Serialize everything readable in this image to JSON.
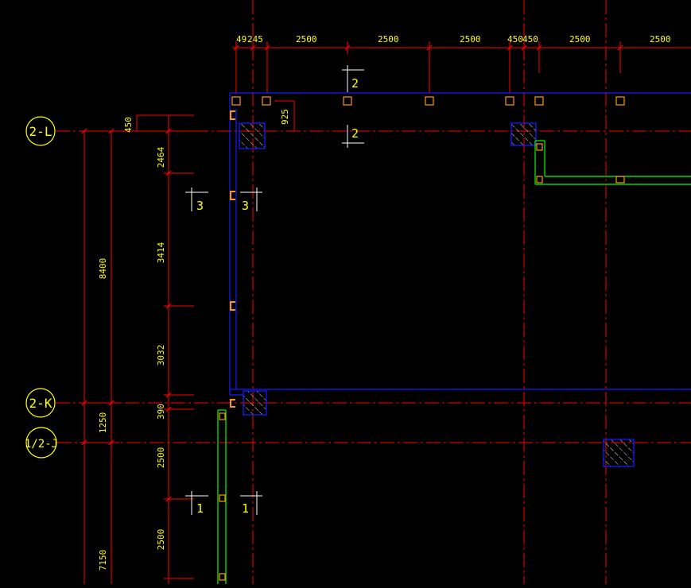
{
  "drawing": {
    "background": "#000000",
    "colors": {
      "red": "#ff0000",
      "yellow": "#ffff00",
      "blue": "#1a1aff",
      "green": "#00ff00",
      "orange": "#ffa500",
      "white": "#ffffff"
    },
    "grid_axes": [
      {
        "label": "2-L"
      },
      {
        "label": "2-K"
      },
      {
        "label": "1/2-J"
      }
    ],
    "top_dimensions": [
      "49",
      "245",
      "2500",
      "2500",
      "2500",
      "450",
      "450",
      "2500",
      "2500"
    ],
    "left_outer_dimensions": [
      "8400",
      "1250",
      "7150"
    ],
    "left_inner_dimensions": [
      "450",
      "2464",
      "3414",
      "3032",
      "390",
      "2500",
      "2500"
    ],
    "misc_dimensions": [
      "925"
    ],
    "section_marks": [
      "2",
      "2",
      "3",
      "3",
      "1",
      "1"
    ]
  }
}
